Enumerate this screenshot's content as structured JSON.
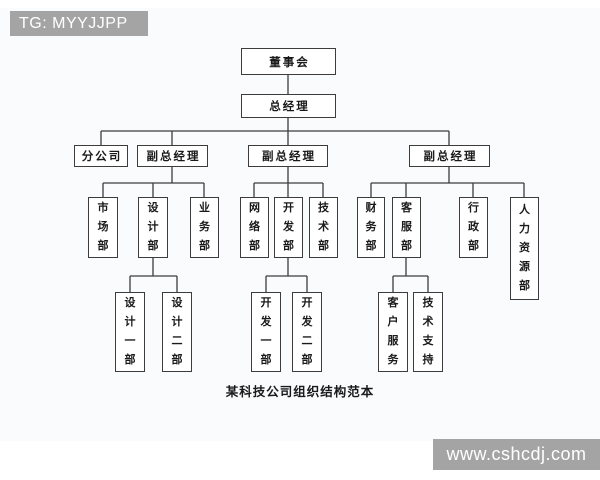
{
  "watermarks": {
    "top_left": "TG: MYYJJPP",
    "bottom_right": "www.cshcdj.com"
  },
  "diagram": {
    "caption": "某科技公司组织结构范本",
    "nodes": {
      "board": "董事会",
      "gm": "总经理",
      "branch": "分公司",
      "vp1": "副总经理",
      "vp2": "副总经理",
      "vp3": "副总经理",
      "marketing": "市场部",
      "design": "设计部",
      "business": "业务部",
      "network": "网络部",
      "dev": "开发部",
      "tech": "技术部",
      "finance": "财务部",
      "service": "客服部",
      "admin": "行政部",
      "hr": "人力资源部",
      "design1": "设计一部",
      "design2": "设计二部",
      "dev1": "开发一部",
      "dev2": "开发二部",
      "cs": "客户服务",
      "ts": "技术支持"
    },
    "hierarchy": [
      {
        "parent": "董事会",
        "children": [
          "总经理"
        ]
      },
      {
        "parent": "总经理",
        "children": [
          "分公司",
          "副总经理",
          "副总经理",
          "副总经理"
        ]
      },
      {
        "parent": "副总经理(1)",
        "children": [
          "市场部",
          "设计部",
          "业务部"
        ]
      },
      {
        "parent": "副总经理(2)",
        "children": [
          "网络部",
          "开发部",
          "技术部"
        ]
      },
      {
        "parent": "副总经理(3)",
        "children": [
          "财务部",
          "客服部",
          "行政部",
          "人力资源部"
        ]
      },
      {
        "parent": "设计部",
        "children": [
          "设计一部",
          "设计二部"
        ]
      },
      {
        "parent": "开发部",
        "children": [
          "开发一部",
          "开发二部"
        ]
      },
      {
        "parent": "客服部",
        "children": [
          "客户服务",
          "技术支持"
        ]
      }
    ]
  },
  "colors": {
    "badge_bg": "#a4a4a4",
    "badge_text": "#ffffff",
    "line": "#3c3c3c",
    "box_border": "#3c3c3c",
    "page_bg": "#fafbfd"
  }
}
